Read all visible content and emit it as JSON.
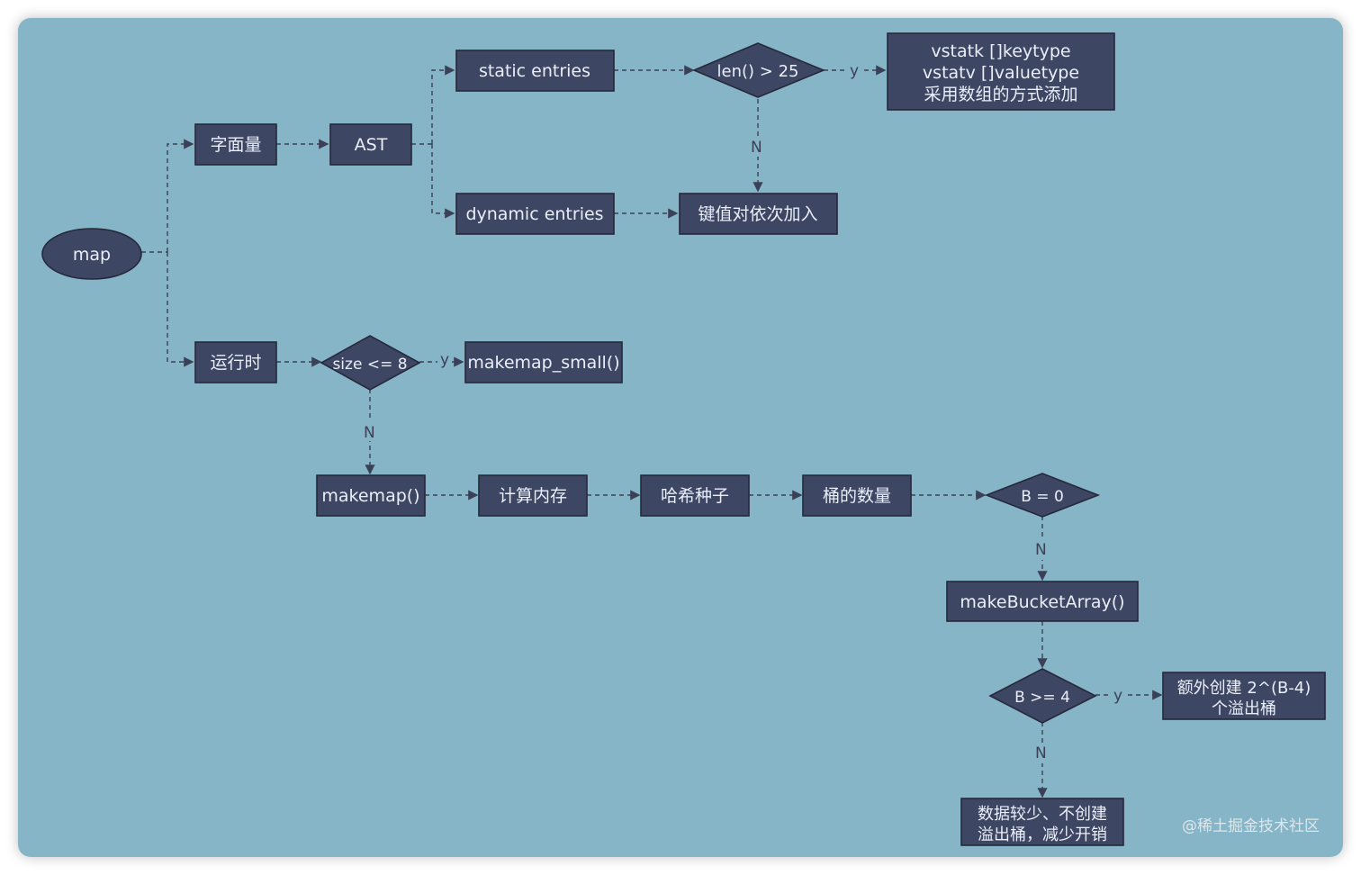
{
  "colors": {
    "background": "#86b5c7",
    "node_fill": "#3d4663",
    "node_text": "#e9eef8",
    "edge": "#3a4157"
  },
  "nodes": {
    "map": "map",
    "literal": "字面量",
    "ast": "AST",
    "static_entries": "static entries",
    "dynamic_entries": "dynamic entries",
    "len_check": "len() > 25",
    "vstat": [
      "vstatk []keytype",
      "vstatv []valuetype",
      "采用数组的方式添加"
    ],
    "kv_add": "键值对依次加入",
    "runtime": "运行时",
    "size_check": "size <= 8",
    "makemap_small": "makemap_small()",
    "makemap": "makemap()",
    "calc_mem": "计算内存",
    "hash_seed": "哈希种子",
    "bucket_count": "桶的数量",
    "b_zero": "B = 0",
    "make_bucket_array": "makeBucketArray()",
    "b_ge4": "B >= 4",
    "overflow_create": [
      "额外创建 2^(B-4)",
      "个溢出桶"
    ],
    "less_data": [
      "数据较少、不创建",
      "溢出桶，减少开销"
    ]
  },
  "edge_labels": {
    "yes": "y",
    "no": "N"
  },
  "watermark": "@稀土掘金技术社区"
}
